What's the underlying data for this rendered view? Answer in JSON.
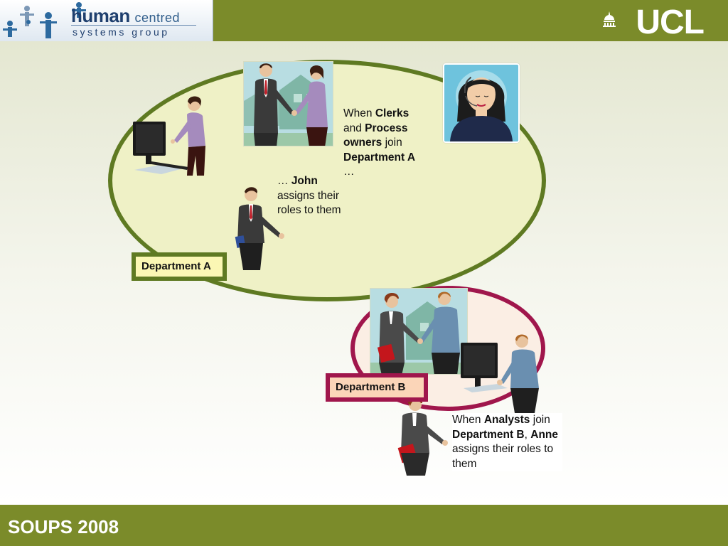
{
  "header": {
    "logo_human": "human",
    "logo_centred": "centred",
    "logo_systems_group": "systems group",
    "ucl_logo": "UCL"
  },
  "colors": {
    "header_bar": "#7b8b2a",
    "dept_a_border": "#5f7a22",
    "dept_a_fill": "#eff1c6",
    "dept_b_border": "#a0164c",
    "dept_b_fill": "#fbeee4"
  },
  "departments": {
    "a_label": "Department A",
    "b_label": "Department B"
  },
  "captions": {
    "clerks_join": {
      "p1": "When ",
      "b1": "Clerks",
      "p2": " and ",
      "b2": "Process owners",
      "p3": " join ",
      "b3": "Department A",
      "p4": " …"
    },
    "john_assigns": {
      "p1": "… ",
      "b1": "John",
      "p2": " assigns their roles to them"
    },
    "analysts_join": {
      "p1": "When ",
      "b1": "Analysts",
      "p2": " join ",
      "b2": "Department B",
      "p3": ", ",
      "b3": "Anne",
      "p4": " assigns their roles to them"
    }
  },
  "icons": [
    "hcsg-people-icon",
    "ucl-dome-icon",
    "woman-at-computer",
    "man-with-folder",
    "woman-with-red-book",
    "man-at-computer",
    "headset-operator"
  ],
  "footer": {
    "title": "SOUPS 2008"
  }
}
